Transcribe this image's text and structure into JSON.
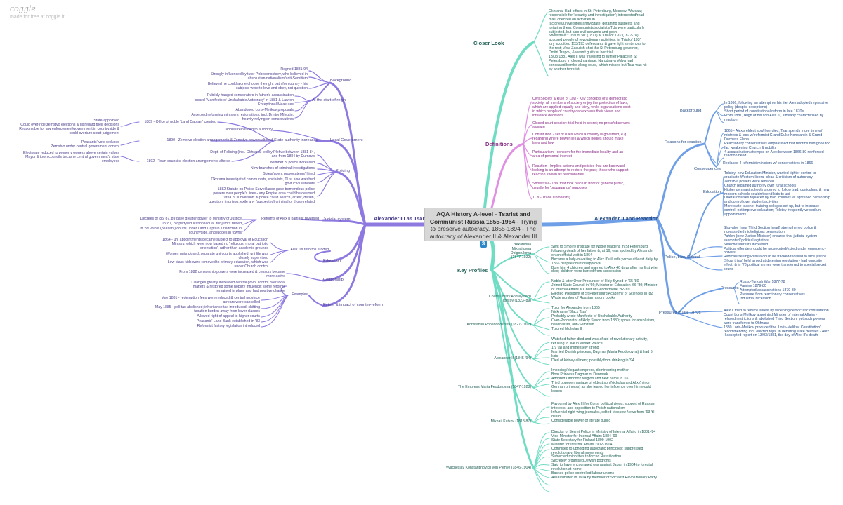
{
  "brand": {
    "name": "coggle",
    "tagline": "made for free at coggle.it"
  },
  "center": {
    "title": "AQA History A-level - Tsarist and Communist Russia 1855-1964",
    "text": " - Trying to preserve autocracy, 1855-1894 - The autocracy of Alexander II & Alexander III ",
    "badge": "3"
  },
  "colors": {
    "purple": "#8e79e0",
    "pink": "#e08fe2",
    "blue": "#6f9fe6",
    "teal": "#6fdcc3"
  },
  "branches": {
    "alex3": {
      "label": "Alexander III as Tsar",
      "background": {
        "label": "Background",
        "items": [
          "Regned 1881-94",
          "Strongly influenced by tutor Pobedonostsev, who believed in\nabsolutism/nationalism/anti-Semitism",
          "Believed he could alone choose the right path for country - his\nsubjects were to love and obey, not question"
        ],
        "start": {
          "label": "At the start of reign",
          "items": [
            "Publicly hanged conspirators in father's assassination",
            "Issued 'Manifesto of Unshakable Autocracy' in 1881 & Law on\nExceptional Measures",
            "Abandoned Loris-Melikov proposals",
            "Accepted reforming ministers resignations, incl. Dmitry Milyutin,\nheavily relying on conservatives"
          ]
        }
      },
      "local_govt": {
        "label": "Local Government",
        "items": [
          "Nobles reinstated to authority"
        ],
        "state": {
          "label": "State authority increased",
          "items": [
            "1889 - Office of noble 'Land Captain' created",
            "1890 - Zemstvo election arrangements & Zemstvo powers altered",
            "1892 - Town councils' election arrangements altered"
          ],
          "captain": "State-appointed\nCould over-ride zemstvo elections & disregard their decisions\nResponsible for law enforcement/government in countryside &\ncould overturn court judgement",
          "zemstvo": "Peasants' vote reduced\nZemstvo under central government control",
          "town": "Electorate reduced to property owners above certain values\nMayor & town councils became central government's state\nemployees"
        }
      },
      "policing": {
        "label": "Policing",
        "items": [
          "Dept. of Policing (incl. Okhrana) led by Plehve between 1881-84,\nand from 1884 by Durnovo",
          "Number of police increased",
          "New branches of criminal investigations",
          "Spies/'agent provocateurs' hired",
          "Okhrana investigated communists, socialists, TUs; also watched\ngovt./civil servants",
          "1882 Statute on Police Surveillance gave tremendous police\npowers over people's lives - any Empire area could be deemed\n'area of subversion' & police could search, arrest, detain,\nquestion, imprison, exile any (suspected) criminal or those related"
        ]
      },
      "judicial": {
        "label": "Judicial system",
        "reforms": "Reforms of Alex II partially reversed",
        "items": [
          "Decrees of '85,'87,'89 gave greater power to Ministry of Justice",
          "In '87, property/educational qual. for jurors raised",
          "In '89 volost (peasant) courts under Land Captain jurisdiction in\ncountryside, and judges in towns"
        ]
      },
      "education": {
        "label": "Education",
        "eroded": "Alex II's reforms eroded",
        "items": [
          "1864 - uni appointments became subject to approval of Education\nMinistry, which were now based no 'religious, moral patriotic\norientation', rather than academic grounds",
          "Women uni's closed, separate uni courts abolished, uni life was\nclosely supervised",
          "Low-class kids were removed to primary education, which was\nunder Church control"
        ]
      },
      "censorship": {
        "label": "Censorship",
        "items": [
          "From 1882 censorship powers were increased & censors became\nmore active"
        ]
      },
      "extent": {
        "label": "Extent & impact of counter-reform",
        "examples": "Examples",
        "items": [
          "Changes greatly increased central govn. control over local\nmatters & restored some nobility influence; some reforms\nremained in place and had positive change",
          "May 1881 - redemption fees were reduced & central province\narrears were cancelled",
          "May 1885 - poll tax abolished; inheritance tax introduced, shifting\ntaxation burden away from lower classes",
          "Allowed right of appeal to higher courts",
          "Peasants' Land Bank established in '83",
          "Reformist factory legislation introduced"
        ]
      }
    },
    "closer": {
      "label": "Closer Look",
      "text": "Okhrana: Had offices in St. Petersburg, Moscow, Warsaw;\nresponsible for 'security and investigation'; intercepted/read\nmail, checked on activities in\nfactories/universities/army/State, detaining suspects and\ntorturing them; Communists/socialists/TUs were particularly\nsubjected, but also civil servants and govn.\nShow trials: 'Trial of 50' (1877) & 'Trial of 193' (1877-78)\naccused people of revolutionary activities; in 'Trial of 193'\njury acquitted 153/193 defendants & gave light sentences to\nthe rest; Vera Zasulich shot the St Petersburg governor,\nDmitri Trepov, & wasn't guilty at her trial\n13/03/1881 Alex II was travelling to Winter Palace in St\nPetersburg in closed carriage; Narodnaya Volya had\nconcealed bombs along route, which missed but Tsar was hit\nby another terrorist"
    },
    "definitions": {
      "label": "Definitions",
      "items": [
        "Civil Society & Rule of Law - Key concepts of a democratic\nsociety: all members of society enjoy the protection of laws,\nwhich are applied equally and fairly, while organisations exist\nin which people of country can express their views and\ninfluence decisions.",
        "Closed court session: trial held in secret; no press/observers\nallowed",
        "Constitution - set of rules which a country is governed, e g\nregarding where power lies & which bodies should make\nlaws and how",
        "Particularism - concern for the immediate locality and an\narea of personal interest",
        "Reaction - Implies actions and policies that are backward\nlooking in an attempt to restore the past; those who support\nreaction known as reactionaries",
        "Show trial - Trial that took place in front of general public,\nusually for 'propaganda' purposes",
        "TUs - Trade Union(ists)"
      ]
    },
    "alex2": {
      "label": "Alexander II and Reaction",
      "reasons": {
        "label": "Reasons for reaction",
        "background": {
          "label": "Background",
          "text": "In 1866, following an attempt on his life, Alex adopted repressive\npolicy (despite exceptions)\nShort period of constitutional reform in late 1870s\nFrom 1881, reign of his son Alex III, similarly characterised by\nreaction"
        },
        "consequences": {
          "label": "Consequences",
          "text": "1865 - Alex's eldest son/ heir died; Tsar spends more time w/\nmistress & less w/ reformist Grand Duke Konstantin & Grand\nDuchess Elena\nReactionary conservatives emphasised that reforms had gone too\nfar, weakening Church & nobility\n4 assassination attempts on Alex between 1866-80 reinforced\nreaction need",
          "extra": "Replaced 4 reformist ministers w/ conservatives in 1866"
        }
      },
      "policies": {
        "label": "Police, Law, Control",
        "education": {
          "label": "Education",
          "text": "Tolstoy, new Education Minister, wanted tighter control to\neradicate Western liberal ideas & criticism of autocracy\nZemstva powers were reduced\nChurch regained authority over rural schools\nHigher gymnasi schools ordered to follow trad. curriculum, & new\nmodern schools couldn't send kids to uni\nLiberal courses replaced by trad. courses w/ tightened censorship\nand control over student activities\nMore state teacher-training colleges set up, but to increase\ncontrol, not improve education; Tolstoy frequently vetoed uni\nappointments"
        },
        "police": "Shuvalov (new Third Section head) strengthened police &\nincreased ethnic/religious persecution\nPahlen (new Justice Minister) ensured that judicial system\nexempted 'political agitators'\nSearches/arrests increased\nPolitical offenders could be prosecuted/exiled under emergency\npowers\nRadicals fleeing Russia could be tracked/recalled to face justice\n'Show trials' held aimed at deterring revolution - had opposite\neffect, & in '78 political crimes were transferred to special secret\ncourts"
      },
      "pressures": {
        "label": "Pressures in late 1870s",
        "sub": "Pressures",
        "text": "Russo-Turkish War 1877-78\nFamine 1879-80\nAttempted assassinations 1879-80\nPressure from reactionary conservatives\nIndustrial recession",
        "tail": "Alex II tried to reduce unrest by widening democratic consultation\nCount Loris-Melikov appointed Minister of Internal Affairs -\nrelaxed restrictions & abolished Third Section; yet such powers\nwere transferred to Okhrana\n1880 Loris-Melikov produced the 'Loris-Melikov Constitution',\nrecommending incl. elected reps. in debating state decrees - Alex\nII accepted report on 13/03/1881, the day of Alex II's death"
      }
    },
    "profiles": {
      "label": "Key Profiles",
      "people": [
        {
          "name": "Yekaterina\nMikhailovna\nDolgorukova\n(1847-1922)",
          "text": "Sent to Smolny Institute for Noble Maidens in St Petersburg,\nfollowing death of her father &, at 16, was spotted by Alexander\non an official visit in 1864\nBecame a lady-in-waiting to Alex II's ill wife; wrote at least daily by\n1866 despite court disapproval\nBore him 4 children and married to Alex 40 days after his first wife\ndied; children were barred from succession"
        },
        {
          "name": "Count Dmitry Andreyevich\nTolstoy (1823-'89)",
          "text": "Noble & later Over-Procurator of Holy Synod in '65-'80\nJoined State Council in '66; Minister of Education '66-'80; Minister\nof Internal Affairs & Chief of Gendarmerie '82-'89\nElected President of St Petersburg Academy of Sciences in '82\nWrote number of Russian history books"
        },
        {
          "name": "Konstantin Pobedonostsev (1827-1907)",
          "text": "Tutor for Alexander from 1865\nNickname 'Black Tsar'\nProbably wrote Manifesto of Unshakable Authority\nOver-Procurator of Holy Synod from 1880; spoke for absolutism,\nnationalism, anti-Semitism\nTutored Nicholas II"
        },
        {
          "name": "Alexander II (1845-'94)",
          "text": "Watched father died and was afraid of revolutionary activity,\nrefusing to live in Winter Palace\n1.9 tall and immensely strong\nMarried Danish princess, Dagmar (Maria Feodorovna) & had 6\nkids\nDied of kidney ailment; possibly from drinking in '94"
        },
        {
          "name": "The Empress Maria Feodorovna (1847-1928)",
          "text": "Imposing/elegant empress, domineering mother\nBorn Princess Dagmar of Denmark\nAdopted Orthodox religion and new name in '65\nTried oppose marriage of eldest son Nicholas and Alix (minor\nGerman princess) as she feared her influence over him would\nlessen"
        },
        {
          "name": "Mikhail Katkov (1818-87)",
          "text": "Favoured by Alex III for Cons. political views, support of Russian\ninterests, and opposition to Polish nationalism\nInfluential right-wing journalist, edited Moscow News from '63 'til\ndeath\nConsiderable power of literate public"
        },
        {
          "name": "Vyacheslav Konstantinovich von Plehve (1846-1904)",
          "text": "Director of Secret Police in Ministry of Internal Affaird in 1881-'84\nVice-Minister for Internal Affairs 1884-'99\nState Secretary for Finland 1899-1902\nMinister for Internal Affairs 1902-1904\nCommited to upholding autocratic principles; suppressed\nrevolutionary, liberal movements\nSubjected minorities to forced Russification\nSecretely organised Jewish pogroms\nSaid to have encouraged war against Japan in 1904 to forestall\nrevolution at home\nBacked police-controlled labour unions\nAssassinated in 1904 by member of Socialist Revolutionary Party"
        }
      ]
    }
  }
}
